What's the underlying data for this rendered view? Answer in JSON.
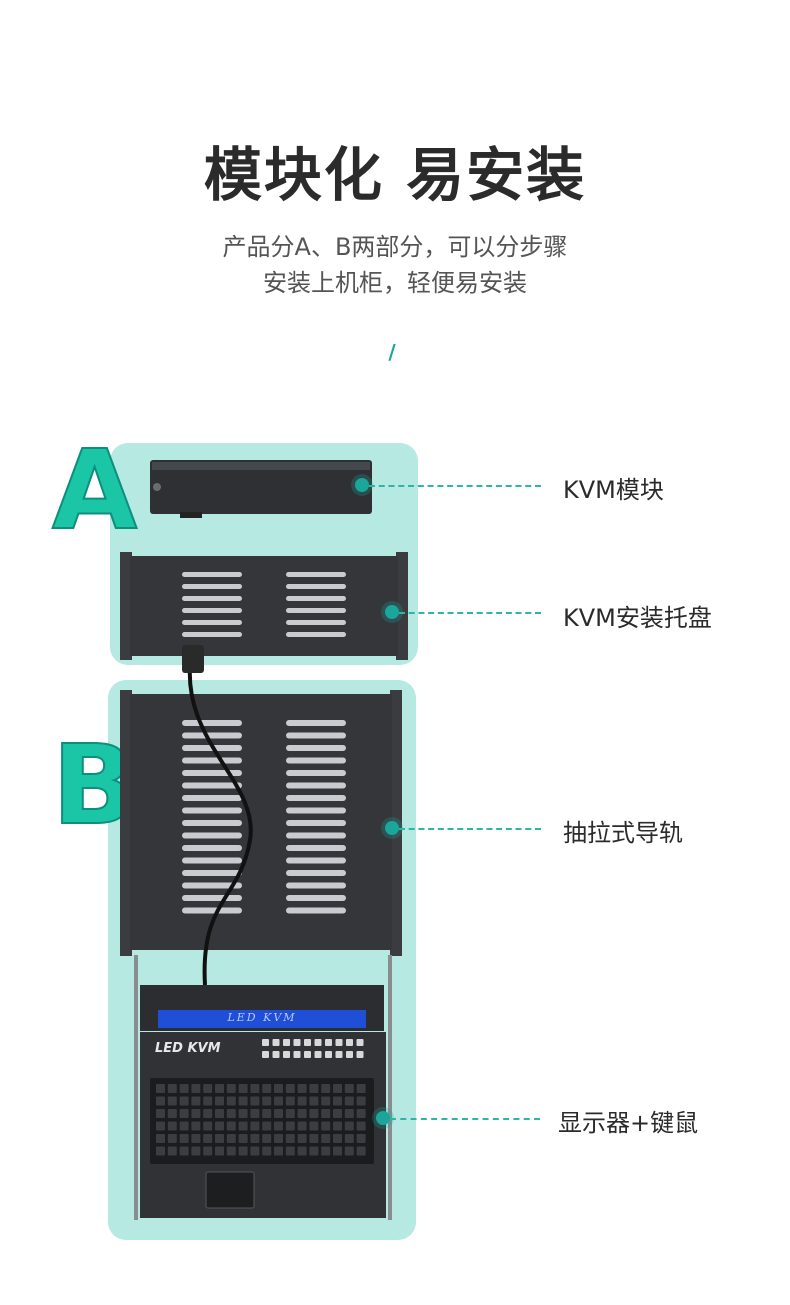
{
  "header": {
    "title": "模块化 易安装",
    "subtitle_line1": "产品分A、B两部分，可以分步骤",
    "subtitle_line2": "安装上机柜，轻便易安装",
    "divider_mark": "/"
  },
  "sections": {
    "a_letter": "A",
    "b_letter": "B"
  },
  "callouts": [
    {
      "label": "KVM模块"
    },
    {
      "label": "KVM安装托盘"
    },
    {
      "label": "抽拉式导轨"
    },
    {
      "label": "显示器+键鼠"
    }
  ],
  "device": {
    "screen_text": "LED KVM",
    "console_label": "LED  KVM"
  },
  "colors": {
    "accent": "#1aa69a",
    "panel": "#9fe0d4",
    "letter": "#1bc6a6",
    "metal": "#2e3033"
  }
}
